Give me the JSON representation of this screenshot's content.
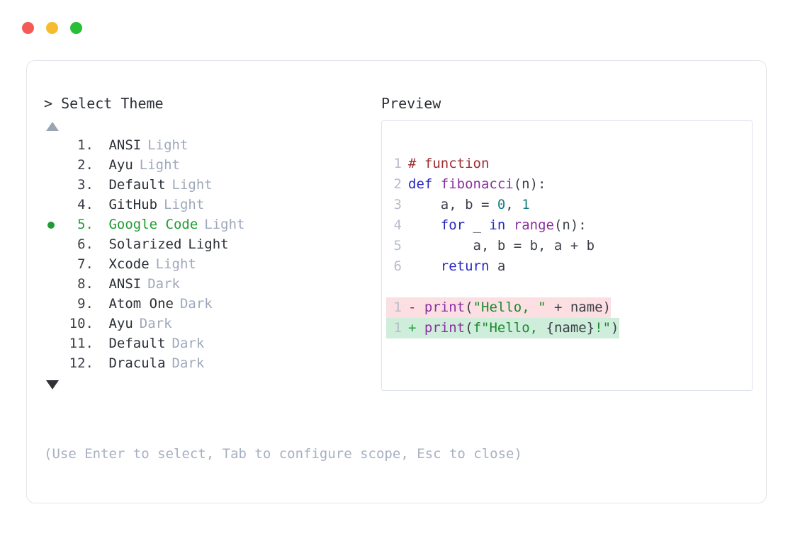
{
  "window": {
    "traffic_lights": [
      {
        "name": "close-button",
        "color": "#f45b56"
      },
      {
        "name": "minimize-button",
        "color": "#f6bb2e"
      },
      {
        "name": "maximize-button",
        "color": "#27bf35"
      }
    ]
  },
  "prompt": {
    "caret": ">",
    "title": "Select Theme"
  },
  "scroll": {
    "up_icon": "triangle-up",
    "down_icon": "triangle-down"
  },
  "themes": {
    "selected_index": 5,
    "items": [
      {
        "num": "1.",
        "name": "ANSI",
        "variant": "Light",
        "variant_style": "muted",
        "selected": false
      },
      {
        "num": "2.",
        "name": "Ayu",
        "variant": "Light",
        "variant_style": "muted",
        "selected": false
      },
      {
        "num": "3.",
        "name": "Default",
        "variant": "Light",
        "variant_style": "muted",
        "selected": false
      },
      {
        "num": "4.",
        "name": "GitHub",
        "variant": "Light",
        "variant_style": "muted",
        "selected": false
      },
      {
        "num": "5.",
        "name": "Google Code",
        "variant": "Light",
        "variant_style": "muted",
        "selected": true
      },
      {
        "num": "6.",
        "name": "Solarized",
        "variant": "Light",
        "variant_style": "plain",
        "selected": false
      },
      {
        "num": "7.",
        "name": "Xcode",
        "variant": "Light",
        "variant_style": "muted",
        "selected": false
      },
      {
        "num": "8.",
        "name": "ANSI",
        "variant": "Dark",
        "variant_style": "muted",
        "selected": false
      },
      {
        "num": "9.",
        "name": "Atom One",
        "variant": "Dark",
        "variant_style": "muted",
        "selected": false
      },
      {
        "num": "10.",
        "name": "Ayu",
        "variant": "Dark",
        "variant_style": "muted",
        "selected": false
      },
      {
        "num": "11.",
        "name": "Default",
        "variant": "Dark",
        "variant_style": "muted",
        "selected": false
      },
      {
        "num": "12.",
        "name": "Dracula",
        "variant": "Dark",
        "variant_style": "muted",
        "selected": false
      }
    ]
  },
  "hint": "(Use Enter to select, Tab to configure scope, Esc to close)",
  "preview": {
    "label": "Preview",
    "code_lines": [
      {
        "ln": "1",
        "tokens": [
          {
            "t": "# function",
            "c": "comment"
          }
        ]
      },
      {
        "ln": "2",
        "tokens": [
          {
            "t": "def ",
            "c": "keyword"
          },
          {
            "t": "fibonacci",
            "c": "fn"
          },
          {
            "t": "(n):",
            "c": "punct"
          }
        ]
      },
      {
        "ln": "3",
        "tokens": [
          {
            "t": "    a, b = ",
            "c": "plain"
          },
          {
            "t": "0",
            "c": "num"
          },
          {
            "t": ", ",
            "c": "plain"
          },
          {
            "t": "1",
            "c": "num"
          }
        ]
      },
      {
        "ln": "4",
        "tokens": [
          {
            "t": "    ",
            "c": "plain"
          },
          {
            "t": "for",
            "c": "keyword"
          },
          {
            "t": " _ ",
            "c": "plain"
          },
          {
            "t": "in",
            "c": "keyword"
          },
          {
            "t": " ",
            "c": "plain"
          },
          {
            "t": "range",
            "c": "builtin"
          },
          {
            "t": "(n):",
            "c": "punct"
          }
        ]
      },
      {
        "ln": "5",
        "tokens": [
          {
            "t": "        a, b = b, a + b",
            "c": "plain"
          }
        ]
      },
      {
        "ln": "6",
        "tokens": [
          {
            "t": "    ",
            "c": "plain"
          },
          {
            "t": "return",
            "c": "keyword"
          },
          {
            "t": " a",
            "c": "plain"
          }
        ]
      }
    ],
    "diff_lines": [
      {
        "ln": "1",
        "kind": "del",
        "sign": "-",
        "tokens": [
          {
            "t": " ",
            "c": "plain"
          },
          {
            "t": "print",
            "c": "builtin"
          },
          {
            "t": "(",
            "c": "punct"
          },
          {
            "t": "\"Hello, \"",
            "c": "string"
          },
          {
            "t": " + name)",
            "c": "plain"
          }
        ]
      },
      {
        "ln": "1",
        "kind": "add",
        "sign": "+",
        "tokens": [
          {
            "t": " ",
            "c": "plain"
          },
          {
            "t": "print",
            "c": "builtin"
          },
          {
            "t": "(",
            "c": "punct"
          },
          {
            "t": "f\"Hello, ",
            "c": "string"
          },
          {
            "t": "{name}",
            "c": "plain"
          },
          {
            "t": "!\"",
            "c": "string"
          },
          {
            "t": ")",
            "c": "punct"
          }
        ]
      }
    ]
  },
  "colors": {
    "accent_green": "#1f9d33",
    "muted": "#9fa8bb",
    "hint": "#a7b0c2",
    "diff_del_bg": "#fbdfe2",
    "diff_add_bg": "#cfeddb",
    "card_border": "#e3e5ea",
    "preview_border": "#dfe3ec"
  }
}
